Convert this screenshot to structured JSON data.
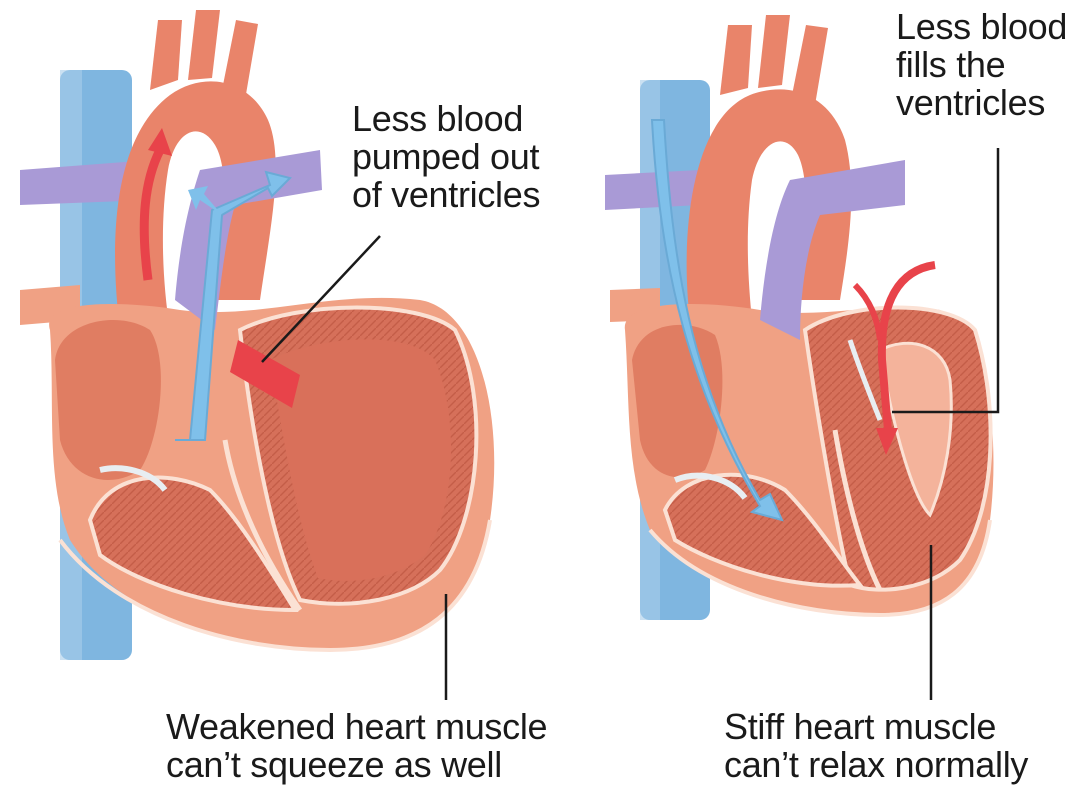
{
  "labels": {
    "left_top": [
      "Less blood",
      "pumped out",
      "of ventricles"
    ],
    "left_bottom": [
      "Weakened heart muscle",
      "can’t squeeze as well"
    ],
    "right_top": [
      "Less blood",
      "fills the",
      "ventricles"
    ],
    "right_bottom": [
      "Stiff heart muscle",
      "can’t relax normally"
    ]
  },
  "colors": {
    "vein_blue": "#7fb6e0",
    "vein_blue_dark": "#5f98c8",
    "artery_purple": "#a99ad6",
    "heart_outer": "#f0a184",
    "heart_wall": "#e9846a",
    "heart_inner": "#d9705a",
    "chamber_fill": "#f4b39b",
    "muscle_dark": "#c9604a",
    "blood_red": "#e8434a",
    "pale_line": "#fbe1d4",
    "leader": "#1a1a1a"
  }
}
